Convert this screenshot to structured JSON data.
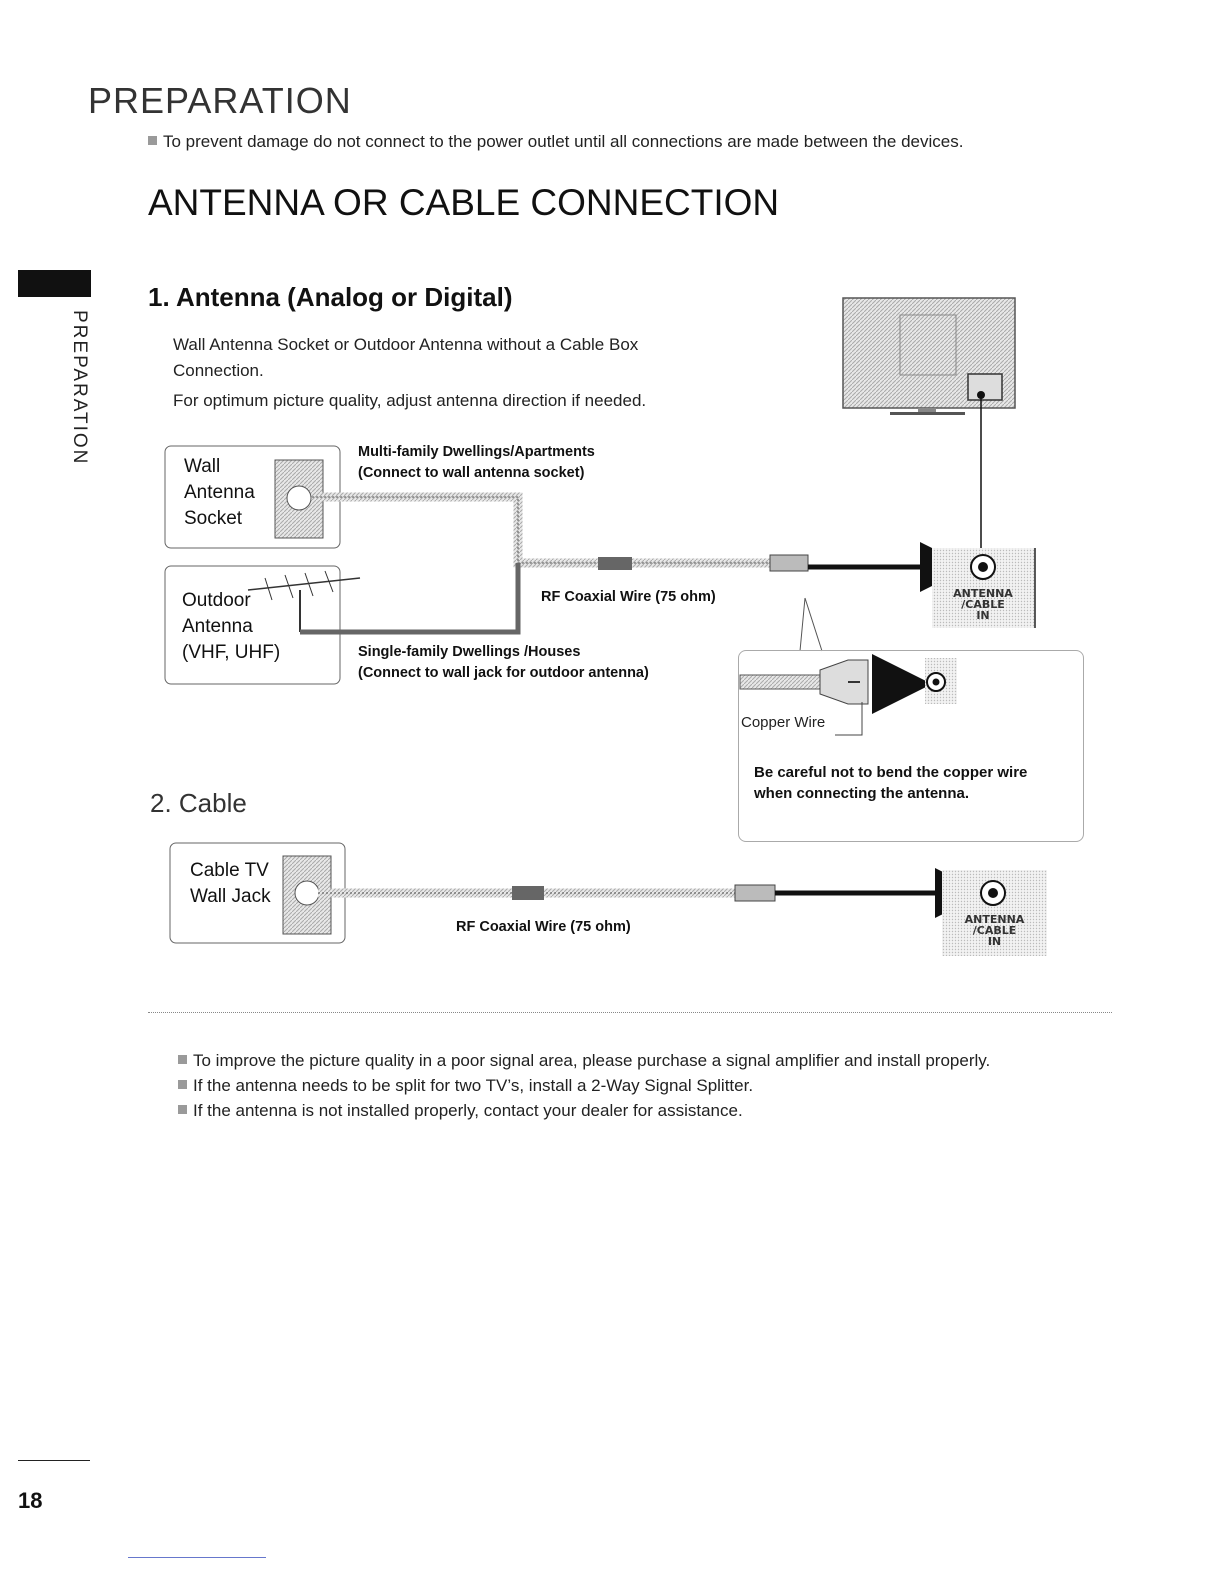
{
  "page": {
    "title": "PREPARATION",
    "intro_note": "To prevent damage do not connect to the power outlet until all connections are made between the devices.",
    "section_title": "ANTENNA OR CABLE CONNECTION",
    "side_tab": "PREPARATION",
    "page_number": "18"
  },
  "antenna": {
    "heading": "1. Antenna (Analog or Digital)",
    "para1": "Wall Antenna Socket or Outdoor Antenna without a Cable Box Connection.",
    "para2": "For optimum picture quality, adjust antenna direction if needed.",
    "wall_socket_label": [
      "Wall",
      "Antenna",
      "Socket"
    ],
    "outdoor_label": [
      "Outdoor",
      "Antenna",
      "(VHF, UHF)"
    ],
    "multi_family": "Multi-family Dwellings/Apartments",
    "multi_family_sub": "(Connect to wall antenna socket)",
    "rf_wire": "RF Coaxial Wire (75 ohm)",
    "single_family": "Single-family Dwellings /Houses",
    "single_family_sub": "(Connect to wall jack for outdoor antenna)",
    "copper_wire": "Copper Wire",
    "caution_line1": "Be careful not to bend the copper wire",
    "caution_line2": "when connecting the antenna.",
    "tv_port_label": "ANTENNA\n/CABLE\nIN"
  },
  "cable": {
    "heading": "2. Cable",
    "jack_label": [
      "Cable TV",
      "Wall Jack"
    ],
    "rf_wire": "RF Coaxial Wire (75 ohm)",
    "tv_port_label": "ANTENNA\n/CABLE\nIN"
  },
  "tips": [
    "To improve the picture quality in a poor signal area, please purchase a signal amplifier and install properly.",
    "If the antenna needs to be split for two TV’s, install a 2-Way Signal Splitter.",
    "If the antenna is not installed properly, contact your dealer for assistance."
  ]
}
